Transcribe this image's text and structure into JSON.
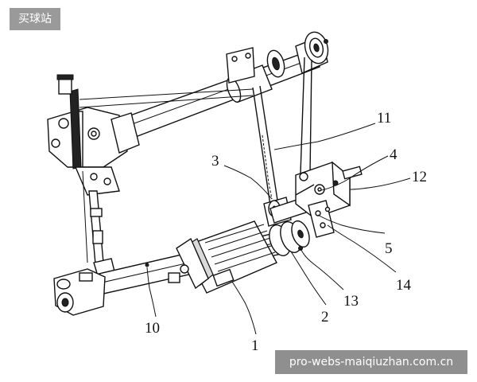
{
  "watermark_top": "买球站",
  "watermark_bottom": "pro-webs-maiqiuzhan.com.cn",
  "labels": {
    "l1": "1",
    "l2": "2",
    "l3": "3",
    "l4": "4",
    "l5": "5",
    "l10": "10",
    "l11": "11",
    "l12": "12",
    "l13": "13",
    "l14": "14"
  },
  "colors": {
    "line": "#111111",
    "watermark_bg": "#9a9a9a"
  }
}
